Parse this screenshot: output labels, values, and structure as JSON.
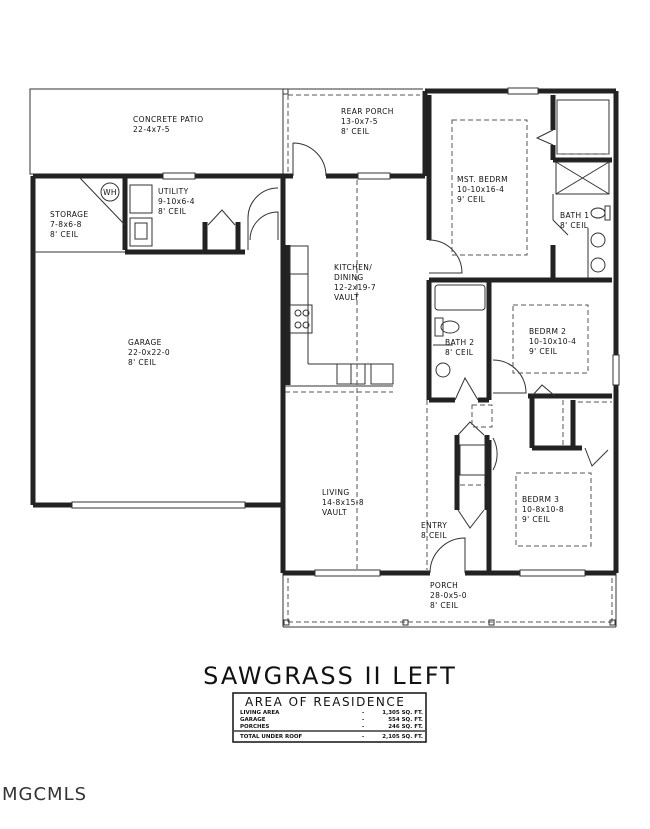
{
  "plan": {
    "title": "SAWGRASS II LEFT",
    "rooms": [
      {
        "id": "concrete-patio",
        "name": "CONCRETE PATIO",
        "dims": "22-4x7-5",
        "ceil": ""
      },
      {
        "id": "rear-porch",
        "name": "REAR PORCH",
        "dims": "13-0x7-5",
        "ceil": "8' CEIL"
      },
      {
        "id": "mst-bedrm",
        "name": "MST. BEDRM",
        "dims": "10-10x16-4",
        "ceil": "9' CEIL"
      },
      {
        "id": "utility",
        "name": "UTILITY",
        "dims": "9-10x6-4",
        "ceil": "8' CEIL"
      },
      {
        "id": "storage",
        "name": "STORAGE",
        "dims": "7-8x6-8",
        "ceil": "8' CEIL"
      },
      {
        "id": "bath-1",
        "name": "BATH 1",
        "dims": "",
        "ceil": "8' CEIL"
      },
      {
        "id": "kitchen-dining",
        "name": "KITCHEN/",
        "name2": "DINING",
        "dims": "12-2x19-7",
        "ceil": "VAULT"
      },
      {
        "id": "garage",
        "name": "GARAGE",
        "dims": "22-0x22-0",
        "ceil": "8' CEIL"
      },
      {
        "id": "bath-2",
        "name": "BATH 2",
        "dims": "",
        "ceil": "8' CEIL"
      },
      {
        "id": "bedrm-2",
        "name": "BEDRM 2",
        "dims": "10-10x10-4",
        "ceil": "9' CEIL"
      },
      {
        "id": "living",
        "name": "LIVING",
        "dims": "14-8x15-8",
        "ceil": "VAULT"
      },
      {
        "id": "entry",
        "name": "ENTRY",
        "dims": "",
        "ceil": "8 CEIL"
      },
      {
        "id": "bedrm-3",
        "name": "BEDRM 3",
        "dims": "10-8x10-8",
        "ceil": "9' CEIL"
      },
      {
        "id": "porch",
        "name": "PORCH",
        "dims": "28-0x5-0",
        "ceil": "8' CEIL"
      }
    ],
    "fixtures": {
      "water_heater": "WH"
    }
  },
  "area_table": {
    "heading": "AREA OF REASIDENCE",
    "rows": [
      {
        "label": "LIVING AREA",
        "sep": "-",
        "value": "1,305 SQ. FT."
      },
      {
        "label": "GARAGE",
        "sep": "-",
        "value": "554 SQ. FT."
      },
      {
        "label": "PORCHES",
        "sep": "-",
        "value": "246 SQ. FT."
      }
    ],
    "total": {
      "label": "TOTAL UNDER ROOF",
      "sep": "-",
      "value": "2,105 SQ. FT."
    }
  },
  "watermark": {
    "text": "MGCMLS"
  }
}
